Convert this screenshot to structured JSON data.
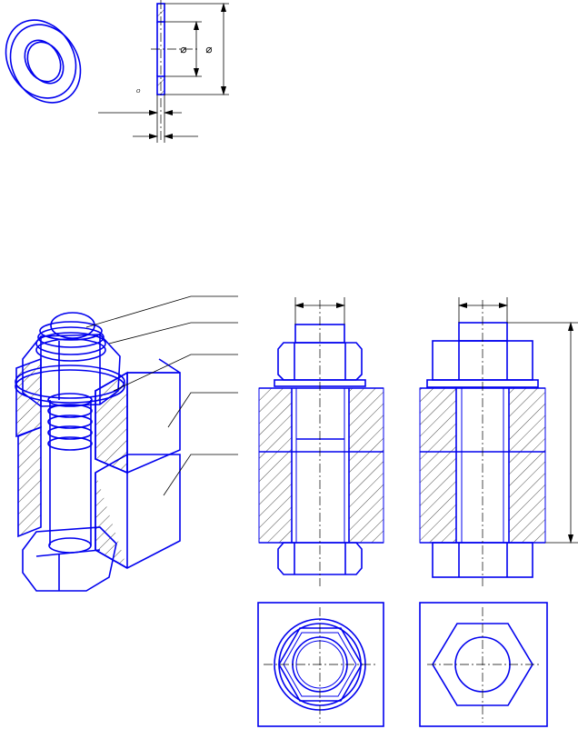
{
  "colors": {
    "outline": "#0000ee",
    "dimension": "#000000",
    "hatch": "#000000",
    "background": "#ffffff"
  },
  "washer": {
    "label_inner_diameter": "⌀",
    "label_outer_diameter": "⌀",
    "label_thickness": "ᴼ"
  },
  "assembly": {
    "callout_count": 5,
    "views": [
      "isometric-section",
      "front-section",
      "side-section",
      "top-view-left",
      "top-view-right"
    ]
  }
}
